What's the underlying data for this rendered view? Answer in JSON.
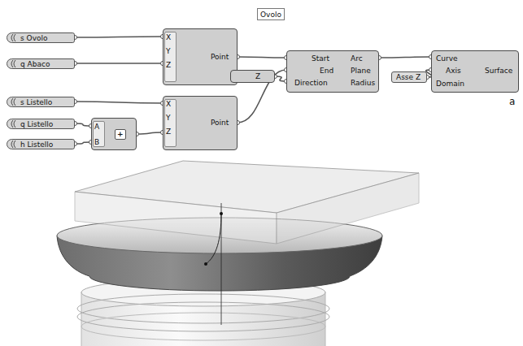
{
  "diagram": {
    "nodes": [
      {
        "text": [
          "Ovolo"
        ]
      },
      {
        "text": [
          "s Ovolo"
        ]
      },
      {
        "text": [
          "q Abaco"
        ]
      },
      {
        "text": [
          "X",
          "Y",
          "Z",
          "Point"
        ]
      },
      {
        "text": [
          "Z"
        ]
      },
      {
        "text": [
          "Start",
          "End",
          "Direction",
          "Arc",
          "Plane",
          "Radius"
        ]
      },
      {
        "text": [
          "Asse Z"
        ]
      },
      {
        "text": [
          "Curve",
          "Axis",
          "Domain",
          "Surface"
        ]
      },
      {
        "text": [
          "s Listello"
        ]
      },
      {
        "text": [
          "q Listello"
        ]
      },
      {
        "text": [
          "h Listello"
        ]
      },
      {
        "text": [
          "A",
          "B",
          "+"
        ]
      },
      {
        "text": [
          "X",
          "Y",
          "Z",
          "Point"
        ]
      }
    ],
    "edges": [
      {
        "from": 1,
        "to": 3,
        "arrow": "none"
      },
      {
        "from": 2,
        "to": 3,
        "arrow": "none"
      },
      {
        "from": 3,
        "to": 5,
        "arrow": "none"
      },
      {
        "from": 4,
        "to": 5,
        "arrow": "none"
      },
      {
        "from": 12,
        "to": 5,
        "arrow": "none"
      },
      {
        "from": 5,
        "to": 7,
        "arrow": "none"
      },
      {
        "from": 6,
        "to": 7,
        "arrow": "none"
      },
      {
        "from": 8,
        "to": 12,
        "arrow": "none"
      },
      {
        "from": 9,
        "to": 11,
        "arrow": "none"
      },
      {
        "from": 10,
        "to": 11,
        "arrow": "none"
      },
      {
        "from": 11,
        "to": 12,
        "arrow": "none"
      }
    ],
    "labels": [
      "a"
    ]
  }
}
